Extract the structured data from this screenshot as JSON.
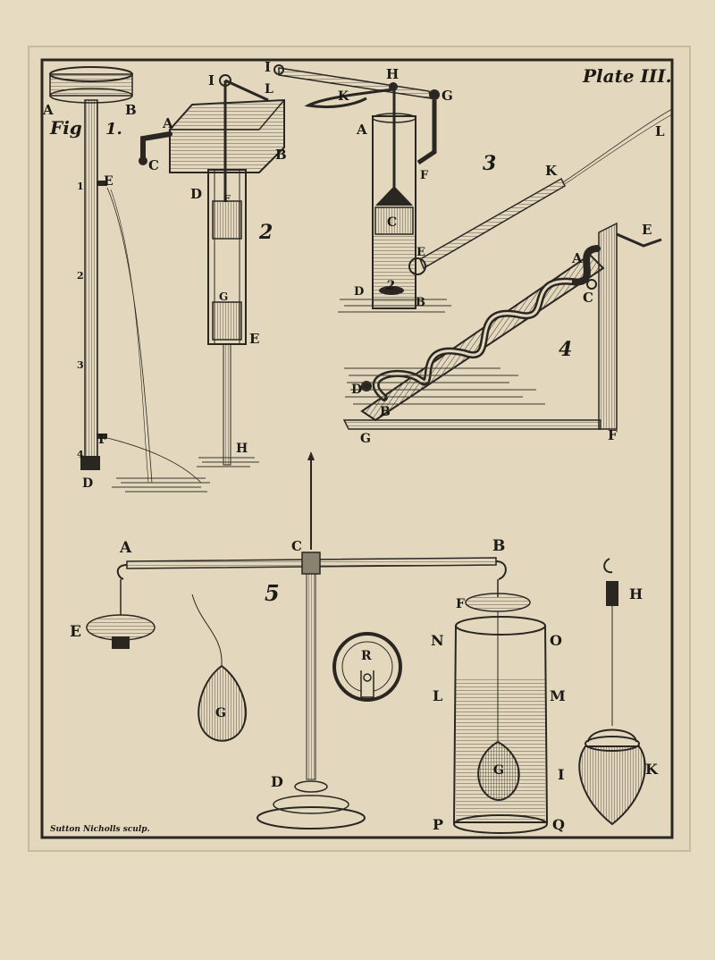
{
  "plate_title": "Plate III.",
  "engraver_credit": "Sutton Nicholls sculp.",
  "fig_label": "Fig",
  "figure_numbers": {
    "f1": "1.",
    "f2": "2",
    "f3": "3",
    "f4": "4",
    "f5": "5"
  },
  "fig1": {
    "A": "A",
    "B": "B",
    "E": "E",
    "F": "F",
    "D": "D",
    "n1": "1",
    "n2": "2",
    "n3": "3",
    "n4": "4"
  },
  "fig2": {
    "I": "I",
    "L": "L",
    "A": "A",
    "B": "B",
    "C": "C",
    "D": "D",
    "F": "F",
    "G": "G",
    "E": "E",
    "H": "H"
  },
  "fig3": {
    "I": "I",
    "H": "H",
    "K": "K",
    "G": "G",
    "A": "A",
    "F": "F",
    "C": "C",
    "E": "E",
    "D": "D",
    "B": "B",
    "n2": "2"
  },
  "fig4": {
    "K": "K",
    "L": "L",
    "E": "E",
    "A": "A",
    "C": "C",
    "D": "D",
    "B": "B",
    "G": "G",
    "F": "F"
  },
  "fig5": {
    "A": "A",
    "B": "B",
    "C": "C",
    "D": "D",
    "E": "E",
    "F": "F",
    "G": "G",
    "R": "R",
    "N": "N",
    "O": "O",
    "L": "L",
    "M": "M",
    "G2": "G",
    "I": "I",
    "P": "P",
    "Q": "Q",
    "H": "H",
    "K": "K"
  }
}
